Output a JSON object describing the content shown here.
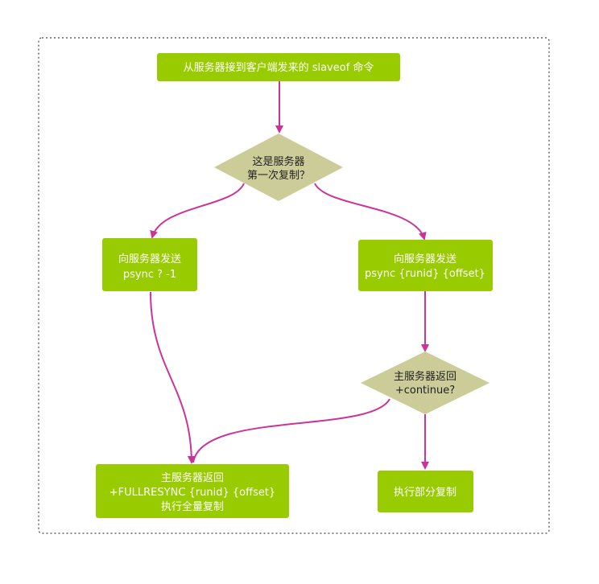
{
  "colors": {
    "box_fill": "#99CC00",
    "decision_fill": "#CCCC99",
    "connector": "#CC3399",
    "border": "#444444"
  },
  "nodes": {
    "start": {
      "lines": [
        "从服务器接到客户端发来的 slaveof 命令"
      ]
    },
    "first_sync": {
      "lines": [
        "这是服务器",
        "第一次复制？"
      ]
    },
    "send_full": {
      "lines": [
        "向服务器发送",
        "psync ? -1"
      ]
    },
    "send_partial": {
      "lines": [
        "向服务器发送",
        "psync {runid} {offset}"
      ]
    },
    "continue_check": {
      "lines": [
        "主服务器返回",
        "+continue?"
      ]
    },
    "full_resync": {
      "lines": [
        "主服务器返回",
        "+FULLRESYNC {runid} {offset}",
        "执行全量复制"
      ]
    },
    "partial_resync": {
      "lines": [
        "执行部分复制"
      ]
    }
  }
}
